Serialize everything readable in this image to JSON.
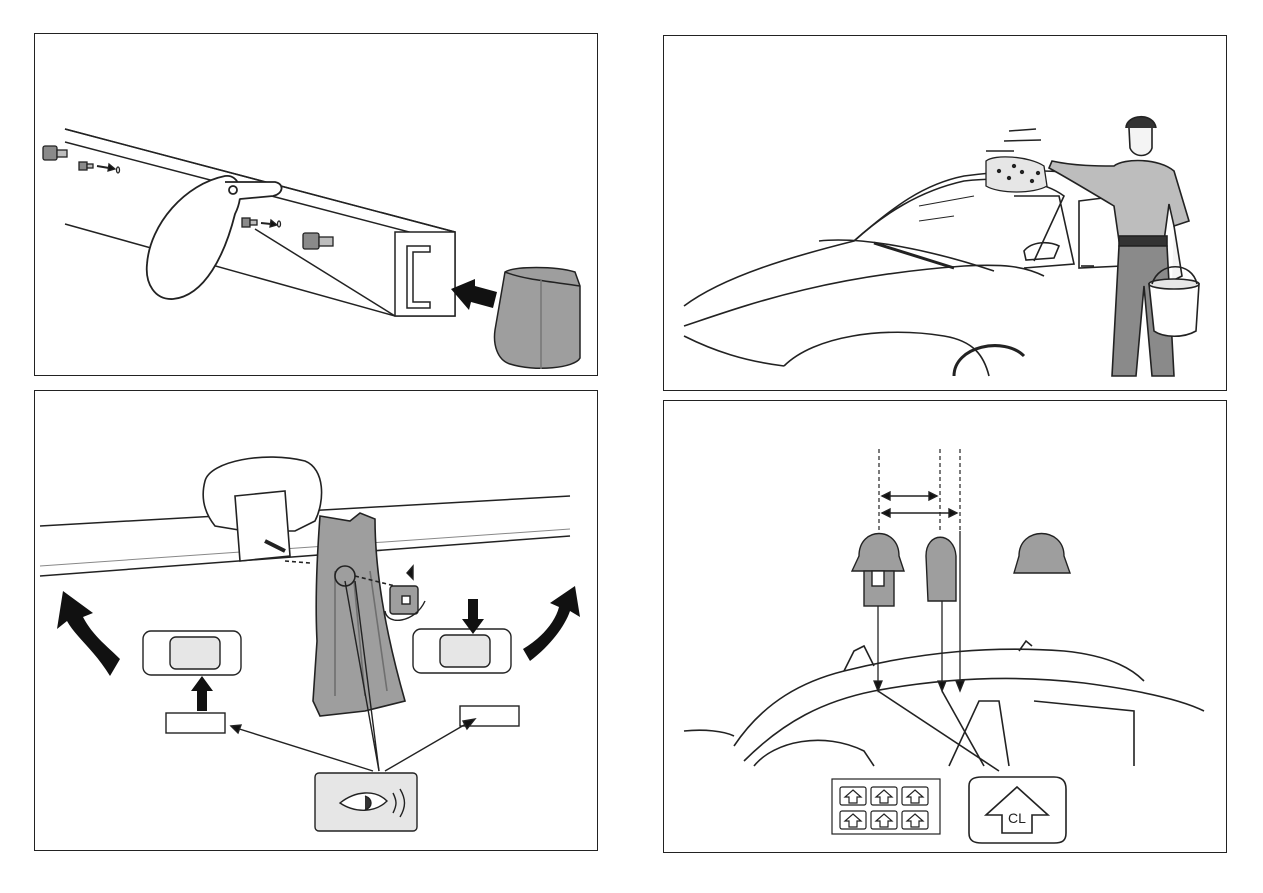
{
  "panels": [
    {
      "id": "step-1"
    },
    {
      "id": "step-2"
    },
    {
      "id": "step-3",
      "label_left": "",
      "label_right": ""
    },
    {
      "id": "step-4",
      "centerline_mark": "CL",
      "caption": ""
    }
  ],
  "colors": {
    "outline": "#222222",
    "part_fill": "#9e9e9e",
    "part_dark": "#6f6f6f",
    "light_fill": "#e6e6e6",
    "arrow": "#111111"
  },
  "icons": [
    "end-cap-icon",
    "screw-icon",
    "eye-icon",
    "car-topview-icon",
    "rotate-arrow-icon",
    "centerline-arrow-icon",
    "sponge-icon",
    "bucket-icon"
  ]
}
